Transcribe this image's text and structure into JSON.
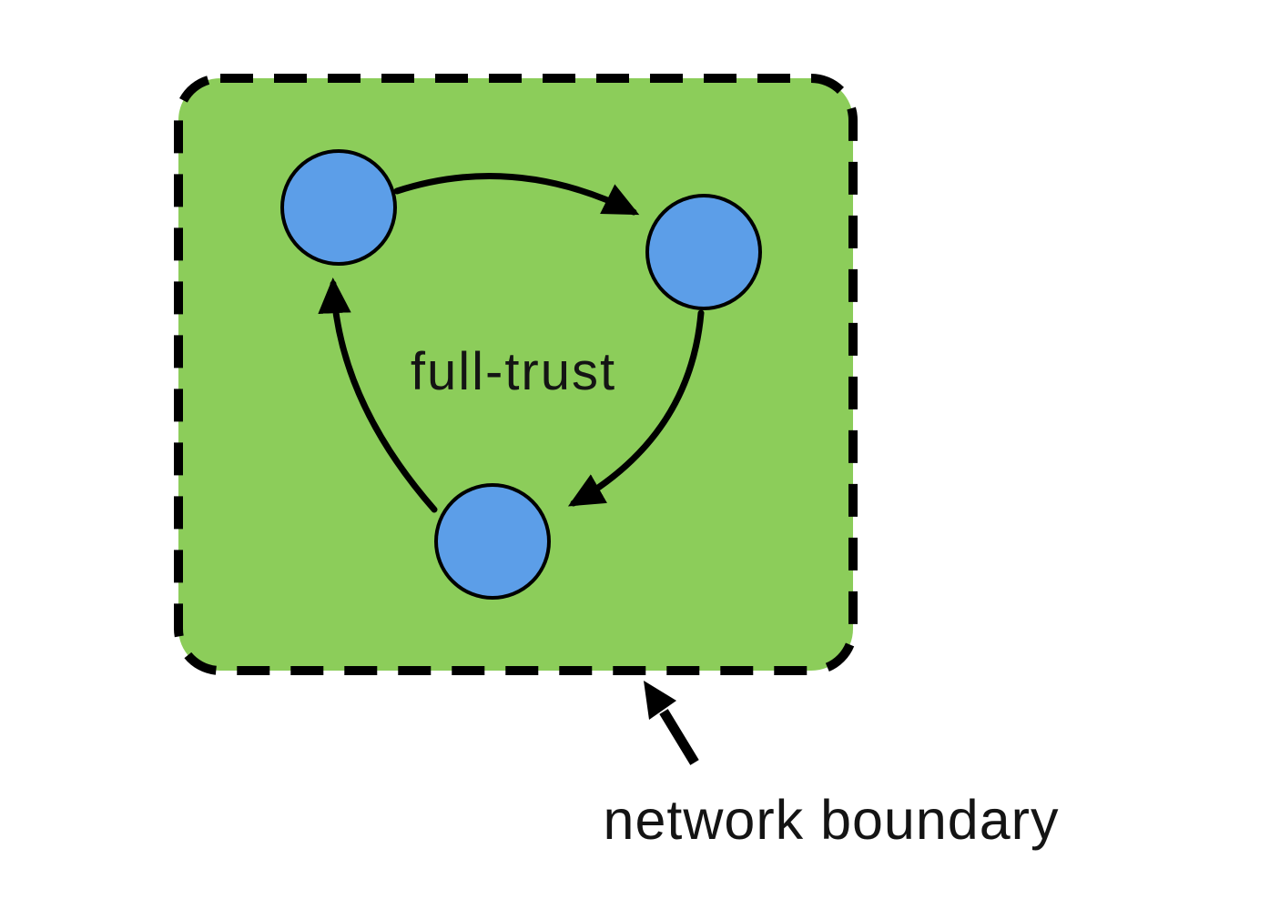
{
  "diagram": {
    "type": "network-trust-diagram",
    "zone": {
      "label": "full-trust",
      "fill": "#8ccd5a",
      "border_color": "#000000"
    },
    "nodes": [
      {
        "id": "node-top-left"
      },
      {
        "id": "node-right"
      },
      {
        "id": "node-bottom"
      }
    ],
    "node_fill": "#5c9ee8",
    "node_stroke": "#000000",
    "arrow_color": "#000000",
    "annotation": {
      "label": "network boundary",
      "color": "#141414"
    },
    "text_color": "#141414",
    "background": "#ffffff"
  }
}
